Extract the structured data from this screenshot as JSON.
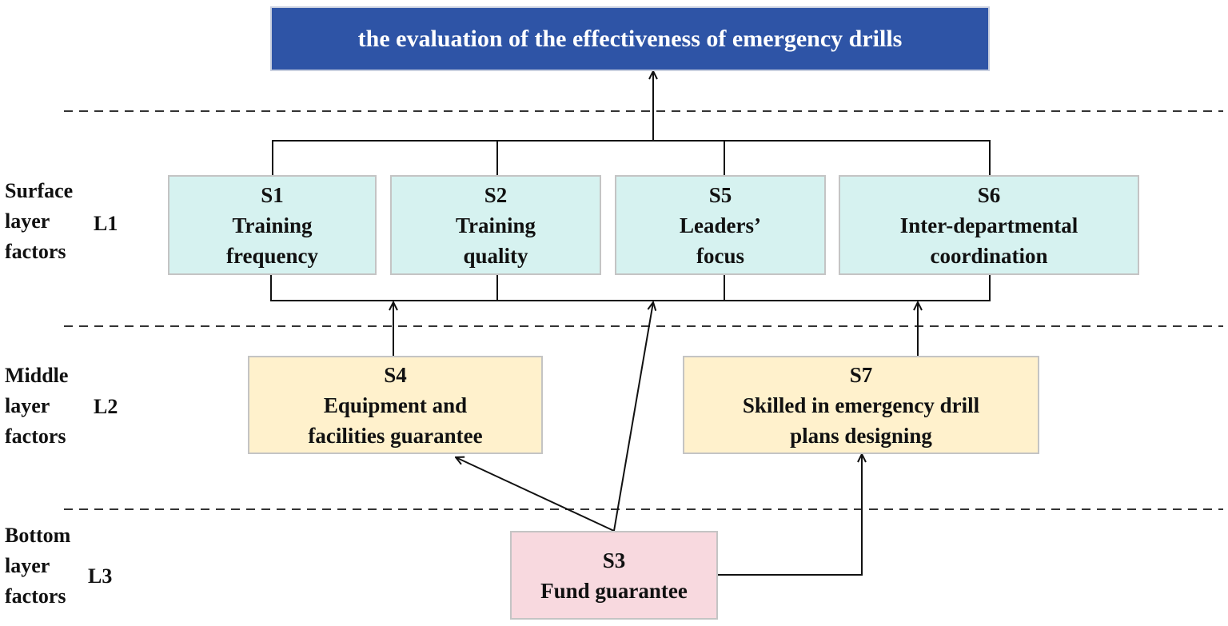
{
  "goal": {
    "label": "the evaluation of the effectiveness of emergency drills"
  },
  "layers": [
    {
      "lines": [
        "Surface",
        "layer",
        "factors"
      ],
      "level": "L1"
    },
    {
      "lines": [
        "Middle",
        "layer",
        "factors"
      ],
      "level": "L2"
    },
    {
      "lines": [
        "Bottom",
        "layer",
        "factors"
      ],
      "level": "L3"
    }
  ],
  "nodes": {
    "s1": {
      "id": "S1",
      "lines": [
        "Training",
        "frequency"
      ]
    },
    "s2": {
      "id": "S2",
      "lines": [
        "Training",
        "quality"
      ]
    },
    "s5": {
      "id": "S5",
      "lines": [
        "Leaders’",
        "focus"
      ]
    },
    "s6": {
      "id": "S6",
      "lines": [
        "Inter-departmental",
        "coordination"
      ]
    },
    "s4": {
      "id": "S4",
      "lines": [
        "Equipment and",
        "facilities guarantee"
      ]
    },
    "s7": {
      "id": "S7",
      "lines": [
        "Skilled in emergency drill",
        "plans designing"
      ]
    },
    "s3": {
      "id": "S3",
      "lines": [
        "Fund guarantee"
      ]
    }
  },
  "colors": {
    "goal_fill": "#2e54a6",
    "surface_fill": "#d6f2f0",
    "middle_fill": "#fff1cc",
    "bottom_fill": "#f8d9df",
    "box_border": "#c4c4c4"
  }
}
